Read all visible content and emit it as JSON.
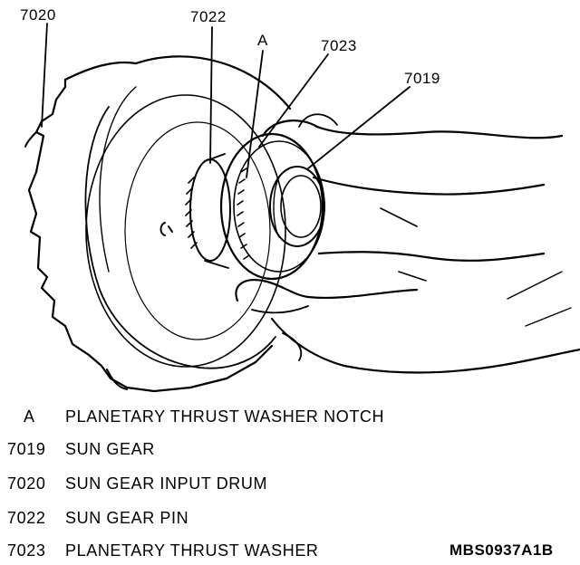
{
  "callouts": {
    "c7020": "7020",
    "c7022": "7022",
    "cA": "A",
    "c7023": "7023",
    "c7019": "7019"
  },
  "legend": [
    {
      "key": "A",
      "desc": "PLANETARY THRUST WASHER NOTCH"
    },
    {
      "key": "7019",
      "desc": "SUN GEAR"
    },
    {
      "key": "7020",
      "desc": "SUN GEAR INPUT DRUM"
    },
    {
      "key": "7022",
      "desc": "SUN GEAR PIN"
    },
    {
      "key": "7023",
      "desc": "PLANETARY THRUST WASHER"
    }
  ],
  "figure_code": "MBS0937A1B"
}
